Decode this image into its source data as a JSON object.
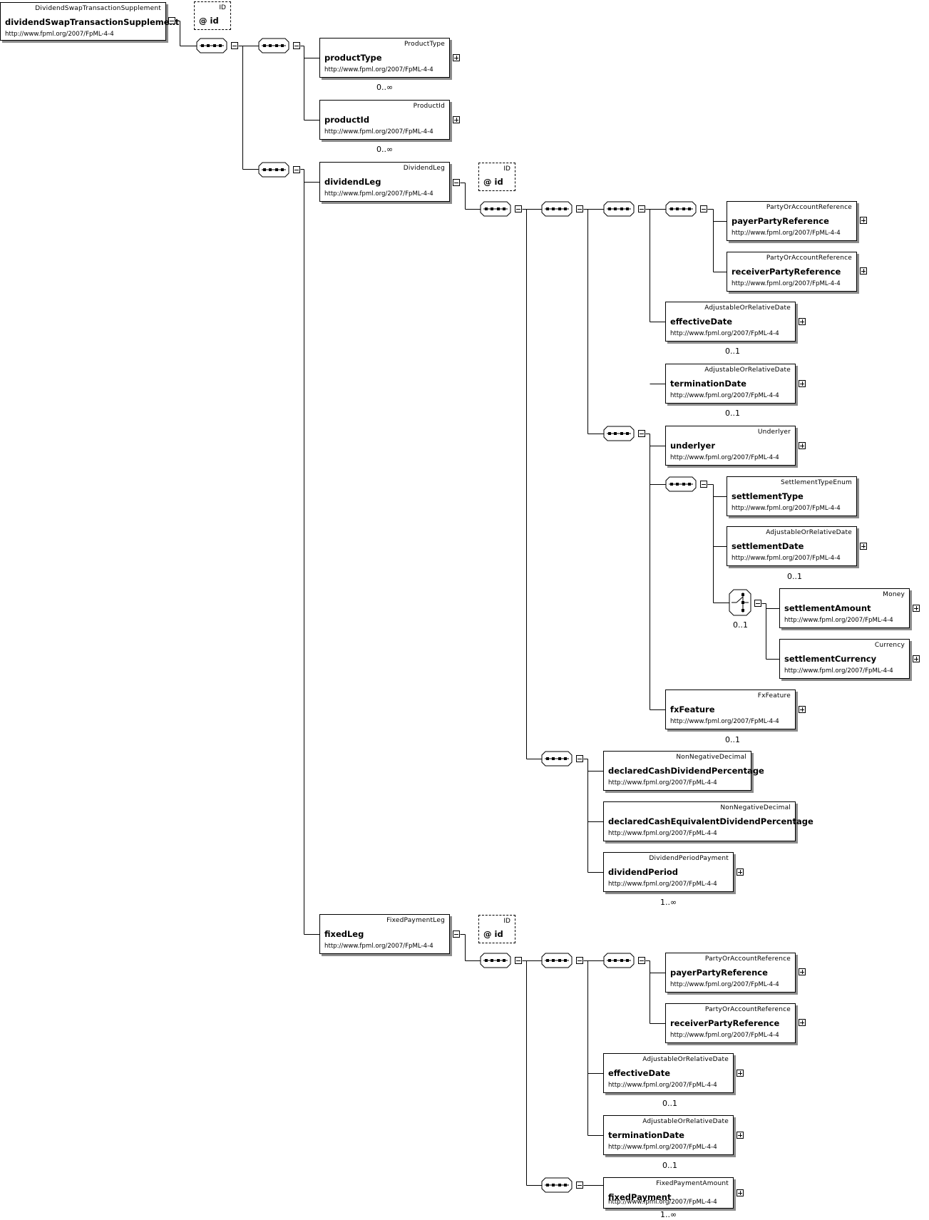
{
  "namespace": "http://www.fpml.org/2007/FpML-4-4",
  "root": {
    "type": "DividendSwapTransactionSupplement",
    "name": "dividendSwapTransactionSupplement"
  },
  "root_attr": {
    "type": "ID",
    "name": "@ id"
  },
  "product_type": {
    "type": "ProductType",
    "name": "productType",
    "cardinality": "0..∞"
  },
  "product_id": {
    "type": "ProductId",
    "name": "productId",
    "cardinality": "0..∞"
  },
  "dividend_leg": {
    "type": "DividendLeg",
    "name": "dividendLeg",
    "attr": {
      "type": "ID",
      "name": "@ id"
    },
    "payer_party_reference": {
      "type": "PartyOrAccountReference",
      "name": "payerPartyReference"
    },
    "receiver_party_reference": {
      "type": "PartyOrAccountReference",
      "name": "receiverPartyReference"
    },
    "effective_date": {
      "type": "AdjustableOrRelativeDate",
      "name": "effectiveDate",
      "cardinality": "0..1"
    },
    "termination_date": {
      "type": "AdjustableOrRelativeDate",
      "name": "terminationDate",
      "cardinality": "0..1"
    },
    "underlyer": {
      "type": "Underlyer",
      "name": "underlyer"
    },
    "settlement_type": {
      "type": "SettlementTypeEnum",
      "name": "settlementType"
    },
    "settlement_date": {
      "type": "AdjustableOrRelativeDate",
      "name": "settlementDate",
      "cardinality": "0..1"
    },
    "choice_cardinality": "0..1",
    "settlement_amount": {
      "type": "Money",
      "name": "settlementAmount"
    },
    "settlement_currency": {
      "type": "Currency",
      "name": "settlementCurrency"
    },
    "fx_feature": {
      "type": "FxFeature",
      "name": "fxFeature",
      "cardinality": "0..1"
    },
    "declared_cash_dividend_percentage": {
      "type": "NonNegativeDecimal",
      "name": "declaredCashDividendPercentage"
    },
    "declared_cash_equivalent_dividend_percentage": {
      "type": "NonNegativeDecimal",
      "name": "declaredCashEquivalentDividendPercentage"
    },
    "dividend_period": {
      "type": "DividendPeriodPayment",
      "name": "dividendPeriod",
      "cardinality": "1..∞"
    }
  },
  "fixed_leg": {
    "type": "FixedPaymentLeg",
    "name": "fixedLeg",
    "attr": {
      "type": "ID",
      "name": "@ id"
    },
    "payer_party_reference": {
      "type": "PartyOrAccountReference",
      "name": "payerPartyReference"
    },
    "receiver_party_reference": {
      "type": "PartyOrAccountReference",
      "name": "receiverPartyReference"
    },
    "effective_date": {
      "type": "AdjustableOrRelativeDate",
      "name": "effectiveDate",
      "cardinality": "0..1"
    },
    "termination_date": {
      "type": "AdjustableOrRelativeDate",
      "name": "terminationDate",
      "cardinality": "0..1"
    },
    "fixed_payment": {
      "type": "FixedPaymentAmount",
      "name": "fixedPayment",
      "cardinality": "1..∞"
    }
  }
}
